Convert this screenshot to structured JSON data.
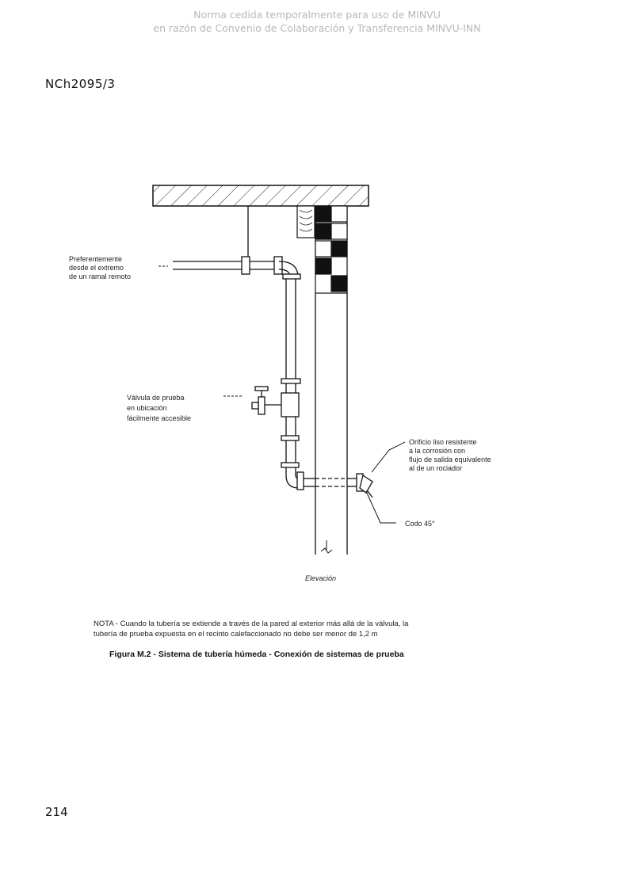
{
  "watermark": {
    "line1": "Norma cedida temporalmente para uso de MINVU",
    "line2": "en razón de Convenio de Colaboración y Transferencia MINVU-INN"
  },
  "header": {
    "standard_code": "NCh2095/3"
  },
  "figure": {
    "labels": {
      "feed_line1": "Preferentemente",
      "feed_line2": "desde el extremo",
      "feed_line3": "de un ramal remoto",
      "valve_line1": "Válvula de prueba",
      "valve_line2": "en ubicación",
      "valve_line3": "fácilmente accesible",
      "orifice_line1": "Orificio liso resistente",
      "orifice_line2": "a la corrosión con",
      "orifice_line3": "flujo de salida equivalente",
      "orifice_line4": "al de un rociador",
      "elbow": "Codo 45°",
      "view": "Elevación"
    },
    "note_line1": "NOTA - Cuando la tubería se extiende a través de la pared al exterior más allá de la válvula, la",
    "note_line2": "tubería de prueba expuesta en el recinto calefaccionado no debe ser menor de 1,2 m",
    "caption": "Figura M.2 - Sistema de tubería húmeda - Conexión de sistemas de prueba"
  },
  "footer": {
    "page_number": "214"
  }
}
